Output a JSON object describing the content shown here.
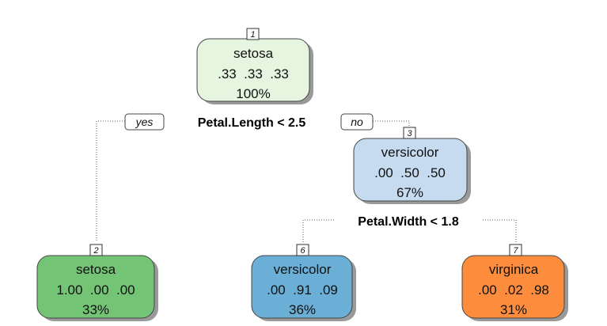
{
  "tree": {
    "nodes": [
      {
        "id": "1",
        "label": "setosa",
        "probs": ".33  .33  .33",
        "pct": "100%",
        "fill": "#e5f5e0"
      },
      {
        "id": "3",
        "label": "versicolor",
        "probs": ".00  .50  .50",
        "pct": "67%",
        "fill": "#c6dbef"
      },
      {
        "id": "2",
        "label": "setosa",
        "probs": "1.00  .00  .00",
        "pct": "33%",
        "fill": "#74c476"
      },
      {
        "id": "6",
        "label": "versicolor",
        "probs": ".00  .91  .09",
        "pct": "36%",
        "fill": "#6baed6"
      },
      {
        "id": "7",
        "label": "virginica",
        "probs": ".00  .02  .98",
        "pct": "31%",
        "fill": "#fd8d3c"
      }
    ],
    "splits": [
      {
        "rule": "Petal.Length < 2.5",
        "yes": "yes",
        "no": "no"
      },
      {
        "rule": "Petal.Width < 1.8"
      }
    ]
  }
}
